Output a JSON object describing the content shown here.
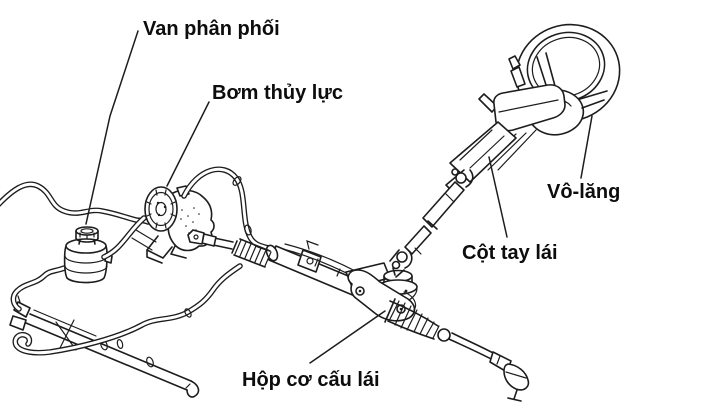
{
  "diagram": {
    "background_color": "#ffffff",
    "line_color": "#1d1d1d",
    "label_color": "#0d0d0d",
    "labels": {
      "van_phan_phoi": "Van phân phối",
      "bom_thuy_luc": "Bơm thủy lực",
      "vo_lang": "Vô-lăng",
      "cot_tay_lai": "Cột tay lái",
      "hop_co_cau_lai": "Hộp cơ cấu lái"
    }
  }
}
